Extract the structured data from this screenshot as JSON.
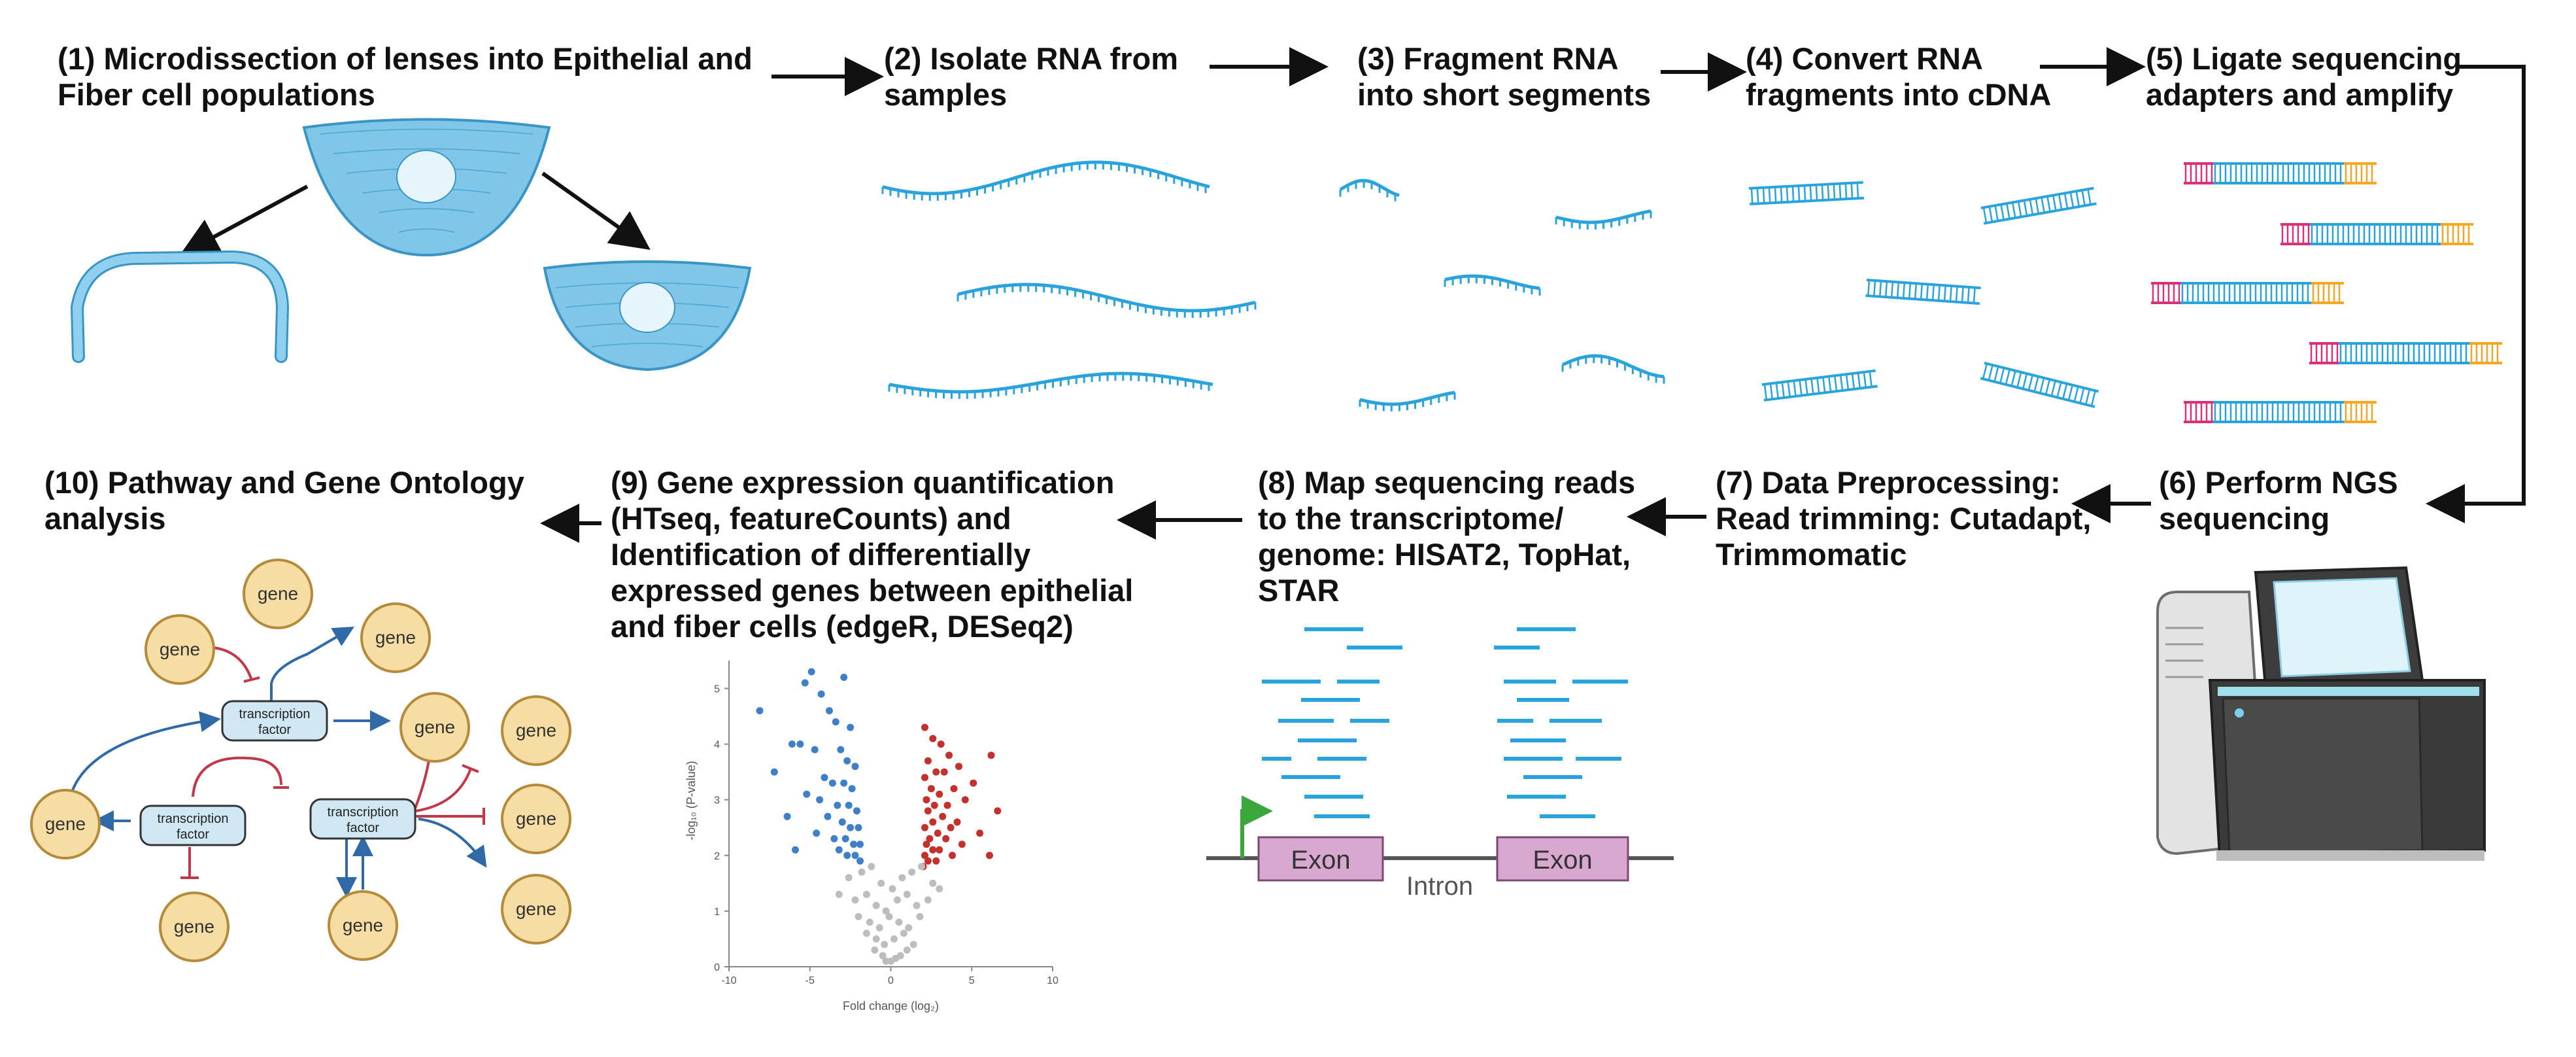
{
  "steps": {
    "s1": "(1) Microdissection of lenses into Epithelial and\nFiber cell populations",
    "s2": "(2) Isolate RNA from\nsamples",
    "s3": "(3) Fragment RNA\ninto short segments",
    "s4": "(4) Convert RNA\nfragments into cDNA",
    "s5": "(5) Ligate sequencing\nadapters and amplify",
    "s6": "(6) Perform NGS\nsequencing",
    "s7": "(7) Data Preprocessing:\nRead trimming: Cutadapt,\nTrimmomatic",
    "s8": "(8) Map sequencing reads\nto the transcriptome/\ngenome: HISAT2, TopHat,\nSTAR",
    "s9": "(9) Gene expression quantification\n(HTseq, featureCounts) and\nIdentification of differentially\nexpressed genes between epithelial\nand fiber cells (edgeR, DESeq2)",
    "s10": "(10) Pathway and Gene Ontology\nanalysis"
  },
  "mapping": {
    "exon": "Exon",
    "intron": "Intron"
  },
  "network": {
    "gene": "gene",
    "tf_line1": "transcription",
    "tf_line2": "factor"
  },
  "colors": {
    "rna_blue": "#2aa3dd",
    "adapter_pink": "#d9307a",
    "adapter_orange": "#f5a623",
    "lens_blue": "#4fb0dd",
    "gene_fill": "#f6dda3",
    "gene_stroke": "#b58a3a",
    "tf_fill": "#cfe8f3",
    "arrow_blue": "#2f6aa6",
    "inhib_red": "#c0394a",
    "volcano_blue": "#3f7fc7",
    "volcano_red": "#c4302b",
    "volcano_gray": "#bdbdbd",
    "exon_fill": "#d8a8d0",
    "promoter_green": "#3aa83a"
  },
  "chart_data": {
    "type": "scatter",
    "title": "",
    "xlabel": "Fold change (log₂)",
    "ylabel": "-log₁₀ (P-value)",
    "xlim": [
      -10,
      10
    ],
    "ylim": [
      0,
      5.5
    ],
    "x_ticks": [
      -10,
      -5,
      0,
      5,
      10
    ],
    "y_ticks": [
      0,
      1,
      2,
      3,
      4,
      5
    ],
    "series": [
      {
        "color": "blue",
        "x": [
          -4.9,
          -5.3,
          -4.3,
          -2.9,
          -8.1,
          -3.8,
          -3.4,
          -2.5,
          -6.1,
          -5.6,
          -4.7,
          -3.1,
          -2.7,
          -2.2,
          -7.2,
          -4.1,
          -3.6,
          -2.9,
          -2.4,
          -5.2,
          -4.4,
          -3.3,
          -2.6,
          -2.1,
          -6.4,
          -3.9,
          -3.0,
          -2.5,
          -2.0,
          -4.6,
          -3.5,
          -2.8,
          -2.3,
          -1.9,
          -5.9,
          -3.2,
          -2.7,
          -2.2,
          -1.9
        ],
        "y": [
          5.3,
          5.1,
          4.9,
          5.2,
          4.6,
          4.6,
          4.4,
          4.3,
          4.0,
          4.0,
          3.9,
          3.9,
          3.7,
          3.6,
          3.5,
          3.4,
          3.3,
          3.3,
          3.2,
          3.1,
          3.0,
          2.9,
          2.9,
          2.8,
          2.7,
          2.7,
          2.6,
          2.5,
          2.5,
          2.4,
          2.3,
          2.3,
          2.2,
          2.2,
          2.1,
          2.1,
          2.0,
          2.0,
          1.9
        ]
      },
      {
        "color": "red",
        "x": [
          2.1,
          6.2,
          2.6,
          3.1,
          3.6,
          2.3,
          4.2,
          2.8,
          3.3,
          2.1,
          5.1,
          3.9,
          2.5,
          3.0,
          2.2,
          4.6,
          3.5,
          2.7,
          2.3,
          6.6,
          3.2,
          4.1,
          2.6,
          2.1,
          3.7,
          5.5,
          2.9,
          2.4,
          3.4,
          2.2,
          4.4,
          3.0,
          2.6,
          2.1,
          6.1,
          3.8,
          2.8,
          2.3,
          2.0
        ],
        "y": [
          4.3,
          3.8,
          4.1,
          4.0,
          3.8,
          3.7,
          3.6,
          3.5,
          3.5,
          3.4,
          3.3,
          3.2,
          3.2,
          3.1,
          3.0,
          3.0,
          2.9,
          2.9,
          2.8,
          2.8,
          2.7,
          2.6,
          2.6,
          2.5,
          2.5,
          2.4,
          2.4,
          2.3,
          2.3,
          2.2,
          2.2,
          2.1,
          2.1,
          2.0,
          2.0,
          2.0,
          1.9,
          1.9,
          1.8
        ]
      },
      {
        "color": "gray",
        "x": [
          -2.6,
          -1.8,
          -1.2,
          -0.6,
          0.1,
          0.7,
          1.3,
          1.9,
          2.6,
          -3.2,
          -2.2,
          -1.5,
          -0.9,
          -0.3,
          0.4,
          1.0,
          1.6,
          2.3,
          3.0,
          -2.0,
          -1.3,
          -0.7,
          -0.1,
          0.5,
          1.1,
          1.8,
          -1.5,
          -0.9,
          -0.4,
          0.2,
          0.8,
          1.4,
          -1.0,
          -0.5,
          0.0,
          0.6,
          1.0,
          -0.3,
          0.3
        ],
        "y": [
          1.6,
          1.7,
          1.8,
          1.5,
          1.4,
          1.6,
          1.7,
          1.8,
          1.5,
          1.3,
          1.2,
          1.3,
          1.1,
          1.0,
          1.2,
          1.3,
          1.1,
          1.2,
          1.4,
          0.9,
          0.8,
          0.7,
          0.9,
          0.8,
          0.7,
          0.9,
          0.6,
          0.5,
          0.4,
          0.5,
          0.6,
          0.4,
          0.3,
          0.2,
          0.1,
          0.2,
          0.3,
          0.1,
          0.15
        ]
      }
    ]
  }
}
